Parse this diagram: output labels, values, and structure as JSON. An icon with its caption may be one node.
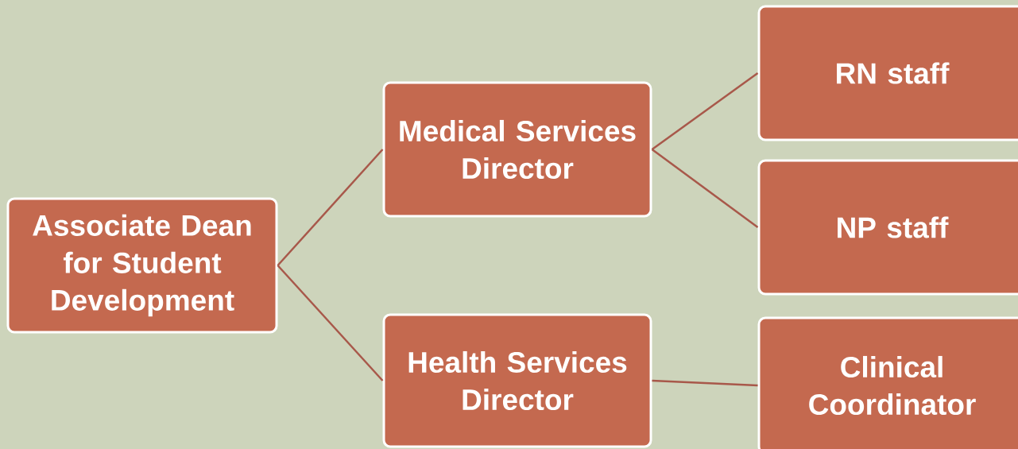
{
  "diagram": {
    "nodes": [
      {
        "text": [
          "Associate Dean for Student Development"
        ]
      },
      {
        "text": [
          "Medical Services Director"
        ]
      },
      {
        "text": [
          "RN staff"
        ]
      },
      {
        "text": [
          "NP staff"
        ]
      },
      {
        "text": [
          "Health Services Director"
        ]
      },
      {
        "text": [
          "Clinical Coordinator"
        ]
      }
    ],
    "edges": [
      {
        "from": 0,
        "to": 1,
        "arrow": "none"
      },
      {
        "from": 0,
        "to": 4,
        "arrow": "none"
      },
      {
        "from": 1,
        "to": 2,
        "arrow": "none"
      },
      {
        "from": 1,
        "to": 3,
        "arrow": "none"
      },
      {
        "from": 4,
        "to": 5,
        "arrow": "none"
      }
    ]
  }
}
